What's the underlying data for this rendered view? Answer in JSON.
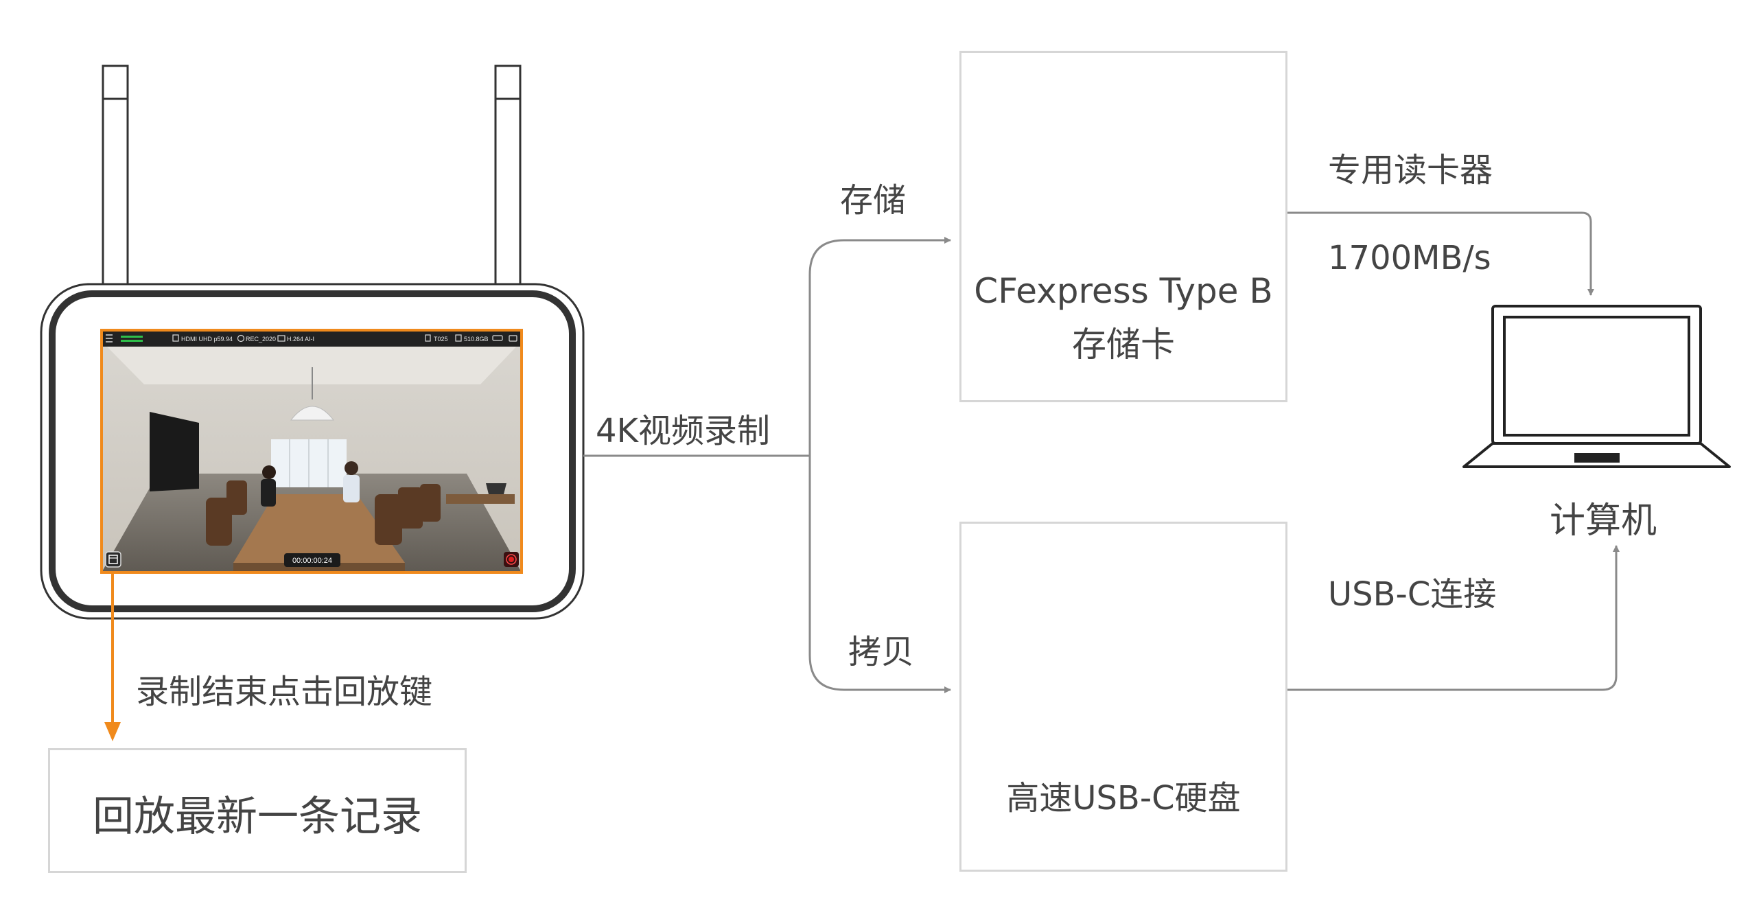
{
  "monitor": {
    "status_bar": {
      "source": "HDMI UHD p59.94",
      "colorspace": "REC_2020",
      "codec": "H.264 AI-I",
      "clip": "T025",
      "storage": "510.8GB"
    },
    "timecode": "00:00:00:24"
  },
  "labels": {
    "recording": "4K视频录制",
    "store": "存储",
    "copy": "拷贝",
    "card_reader": "专用读卡器",
    "speed": "1700MB/s",
    "usb_connect": "USB-C连接",
    "playback_hint": "录制结束点击回放键",
    "computer": "计算机"
  },
  "boxes": {
    "cfexpress_line1": "CFexpress Type B",
    "cfexpress_line2": "存储卡",
    "ssd": "高速USB-C硬盘",
    "playback_result": "回放最新一条记录"
  },
  "colors": {
    "accent_orange": "#f08a1c",
    "connector_gray": "#8a8a8a",
    "box_border": "#d6d6d6",
    "text": "#444444"
  }
}
